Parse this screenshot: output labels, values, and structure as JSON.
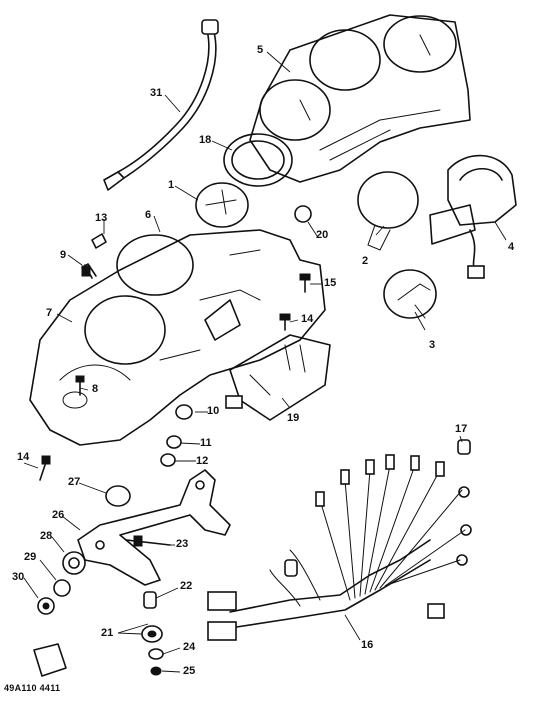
{
  "part_numbers": [
    "1",
    "2",
    "3",
    "4",
    "5",
    "6",
    "7",
    "8",
    "9",
    "10",
    "11",
    "12",
    "13",
    "14",
    "14",
    "15",
    "16",
    "17",
    "18",
    "19",
    "20",
    "21",
    "22",
    "23",
    "24",
    "25",
    "26",
    "27",
    "28",
    "29",
    "30",
    "31"
  ],
  "drawing_code": "49A110 4411"
}
